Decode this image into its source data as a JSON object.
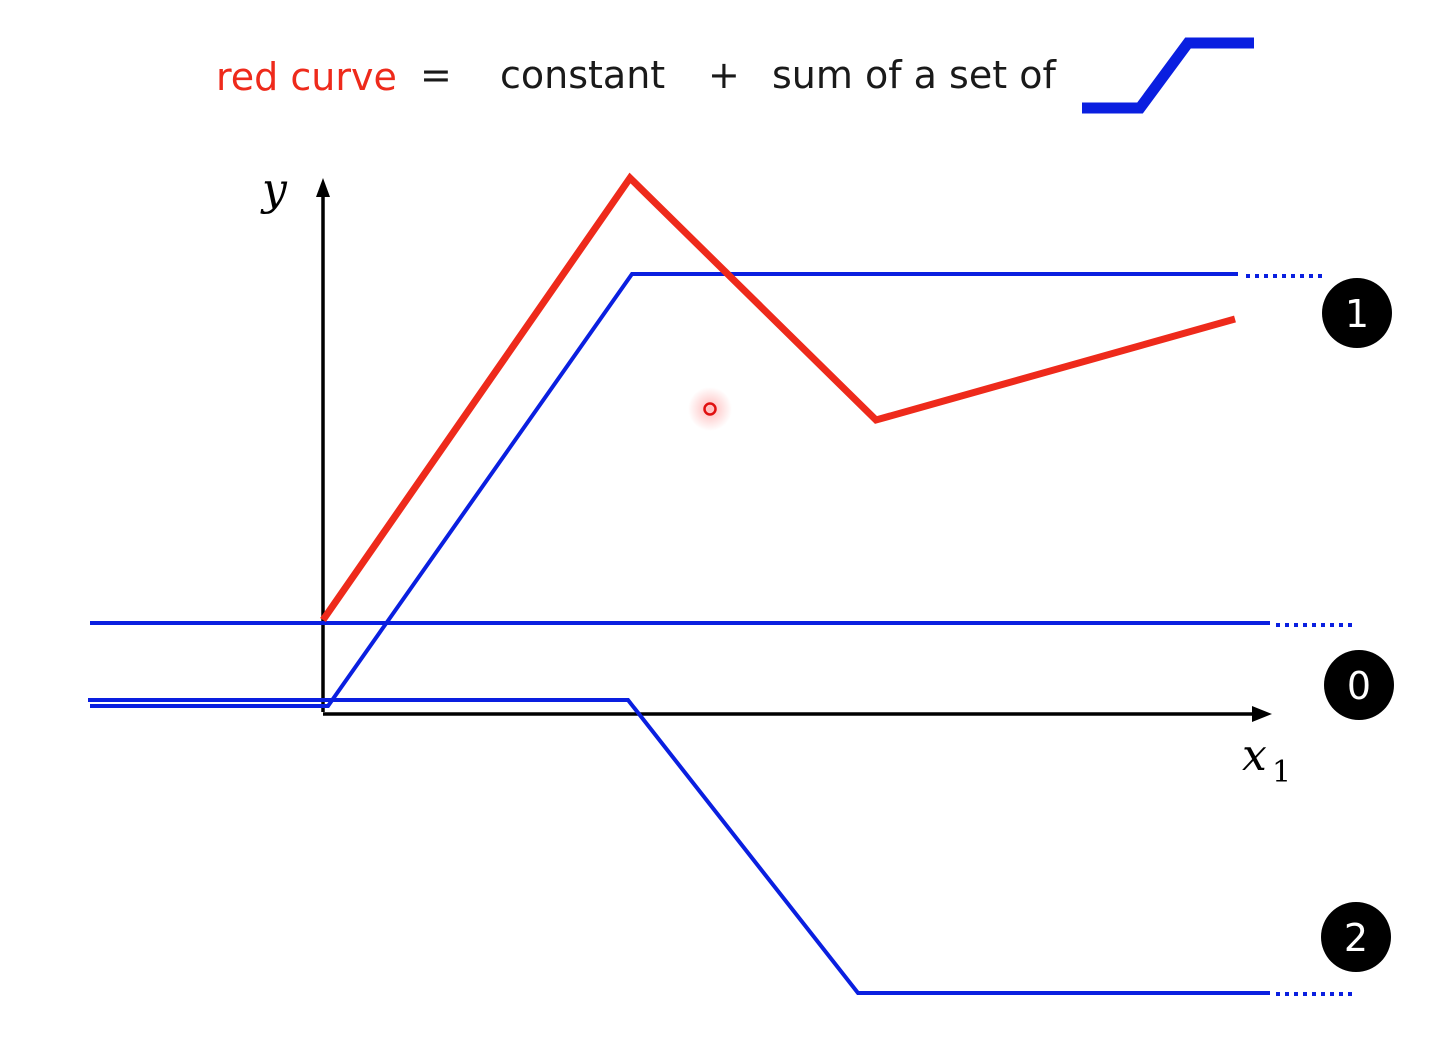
{
  "equation": {
    "red_curve": "red curve",
    "equals": "=",
    "constant": "constant",
    "plus": "+",
    "sum_of": "sum of a set of",
    "red_color": "#ee2a1b",
    "blue_color": "#0a1fe0",
    "text_color": "#1a1a1a"
  },
  "axes": {
    "y_label": "y",
    "x_label": "x",
    "x_subscript": "1"
  },
  "badges": {
    "b1": "1",
    "b0": "0",
    "b2": "2"
  },
  "icons": {
    "cursor": "cursor-ring-icon",
    "hard_sigmoid": "hard-sigmoid-icon"
  }
}
